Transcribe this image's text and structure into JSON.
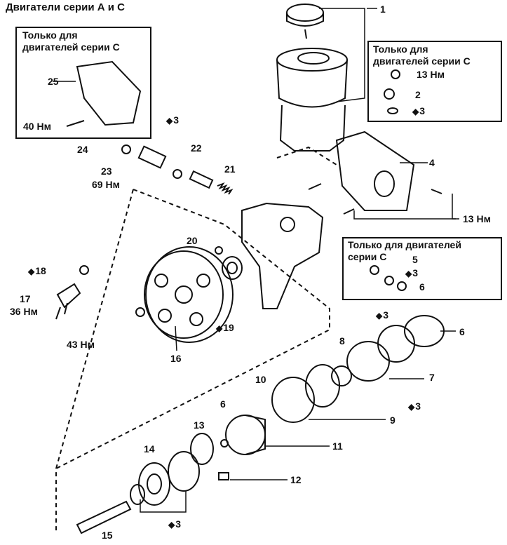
{
  "title": "Двигатели серии А и С",
  "boxes": {
    "box_a": "Только для\nдвигателей серии С",
    "box_b": "Только для\nдвигателей серии С",
    "box_c": "Только для двигателей\nсерии С"
  },
  "labels": {
    "n1": "1",
    "n2": "2",
    "n3a": "3",
    "n3b": "3",
    "n3c": "3",
    "n3d": "3",
    "n3e": "3",
    "n3f": "3",
    "n4": "4",
    "n5": "5",
    "n6a": "6",
    "n6b": "6",
    "n6c": "6",
    "n7": "7",
    "n8": "8",
    "n9": "9",
    "n10": "10",
    "n11": "11",
    "n12": "12",
    "n13": "13",
    "n14": "14",
    "n15": "15",
    "n16": "16",
    "n17": "17",
    "n18": "18",
    "n19": "19",
    "n20": "20",
    "n21": "21",
    "n22": "22",
    "n23": "23",
    "n24": "24",
    "n25": "25",
    "t13a": "13 Нм",
    "t13b": "13 Нм",
    "t40": "40 Нм",
    "t69": "69 Нм",
    "t36": "36 Нм",
    "t43": "43 Нм"
  }
}
